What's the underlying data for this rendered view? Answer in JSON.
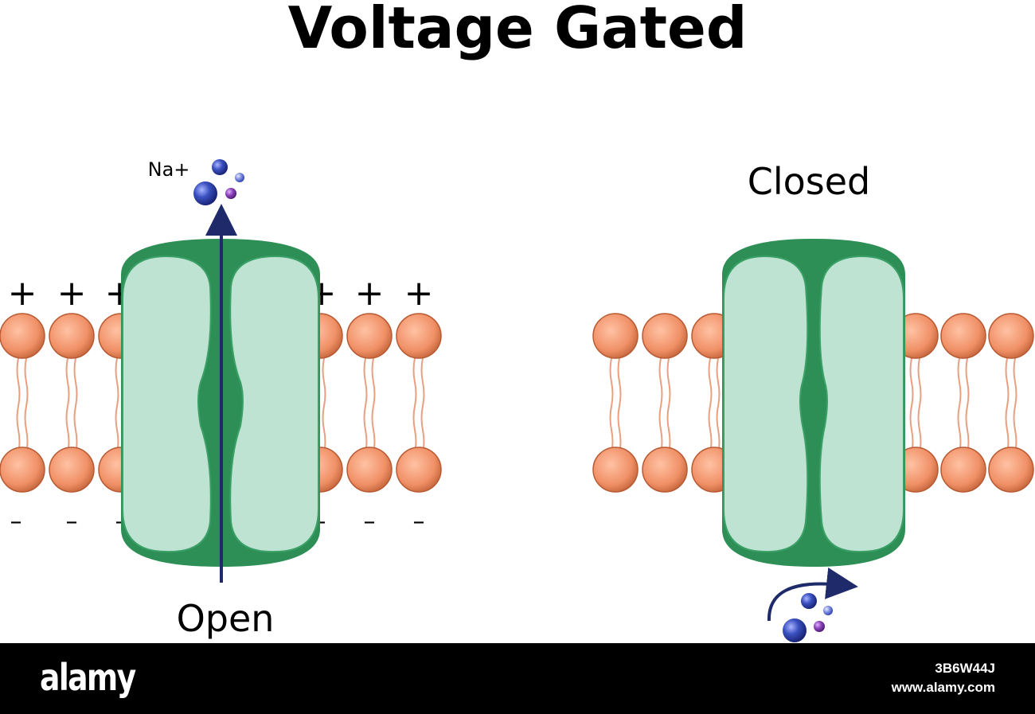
{
  "title": "Voltage Gated",
  "open_panel": {
    "label": "Open",
    "ion_label": "Na+",
    "top_charge": "+",
    "bottom_charge": "–"
  },
  "closed_panel": {
    "label": "Closed"
  },
  "footer": {
    "brand": "alamy",
    "image_id": "3B6W44J",
    "site": "www.alamy.com"
  },
  "colors": {
    "phospholipid_head": "#e8865a",
    "phospholipid_tail": "#e8a080",
    "channel_dark": "#2d8f55",
    "channel_light": "#bfe3d3",
    "ion_blue": "#2b3fa8",
    "ion_purple": "#7a3fa0",
    "arrow": "#1e2a6a"
  }
}
